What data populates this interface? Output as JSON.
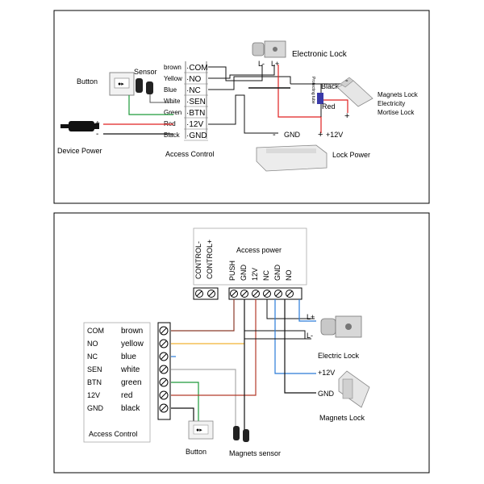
{
  "top": {
    "labels": {
      "button": "Button",
      "sensor": "Sensor",
      "device_power": "Device Power",
      "access_control": "Access Control",
      "electronic_lock": "Electronic Lock",
      "lock_power": "Lock Power",
      "magnets_lock": "Magnets Lock",
      "electricity": "Electricity",
      "mortise_lock": "Mortise Lock",
      "protecting_tube": "Protecting tube",
      "plus": "+",
      "minus": "-",
      "l_minus": "L-",
      "l_plus": "L+",
      "gnd": "GND",
      "plus12v": "+12V",
      "black": "Black",
      "red": "Red",
      "dash": "-"
    },
    "wires": [
      {
        "color_name": "brown",
        "terminal": "COM"
      },
      {
        "color_name": "Yellow",
        "terminal": "NO"
      },
      {
        "color_name": "Blue",
        "terminal": "NC"
      },
      {
        "color_name": "White",
        "terminal": "SEN"
      },
      {
        "color_name": "Green",
        "terminal": "BTN"
      },
      {
        "color_name": "Red",
        "terminal": "12V"
      },
      {
        "color_name": "Black",
        "terminal": "GND"
      }
    ]
  },
  "bottom": {
    "labels": {
      "access_power": "Access power",
      "control_minus": "CONTROL-",
      "control_plus": "CONTROL+",
      "l_plus": "L+",
      "l_minus": "L-",
      "electric_lock": "Electric Lock",
      "plus12v": "+12V",
      "gnd": "GND",
      "magnets_lock": "Magnets  Lock",
      "access_control": "Access Control",
      "button": "Button",
      "magnets_sensor": "Magnets sensor"
    },
    "power_terminals": [
      "PUSH",
      "GND",
      "12V",
      "NC",
      "GND",
      "NO"
    ],
    "rows": [
      {
        "terminal": "COM",
        "color_name": "brown"
      },
      {
        "terminal": "NO",
        "color_name": "yellow"
      },
      {
        "terminal": "NC",
        "color_name": "blue"
      },
      {
        "terminal": "SEN",
        "color_name": "white"
      },
      {
        "terminal": "BTN",
        "color_name": "green"
      },
      {
        "terminal": "12V",
        "color_name": "red"
      },
      {
        "terminal": "GND",
        "color_name": "black"
      }
    ]
  },
  "colors": {
    "brown": "#8b3a2a",
    "yellow": "#f2b233",
    "blue": "#2a7bd8",
    "white": "#bdbdbd",
    "green": "#1d9a3a",
    "red": "#e02020",
    "black": "#111111"
  }
}
